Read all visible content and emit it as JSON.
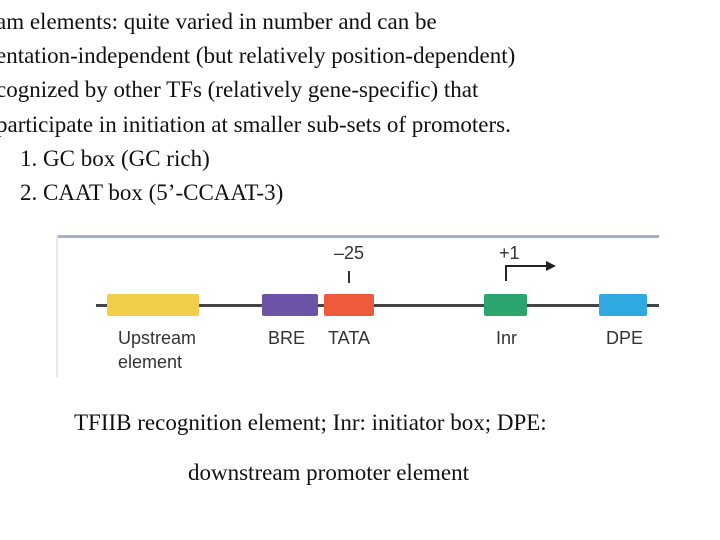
{
  "text": {
    "line1": "am elements: quite varied in number and can be",
    "line2": "entation-independent (but relatively position-dependent)",
    "line3": "cognized by other TFs (relatively gene-specific) that",
    "line4": "participate in initiation at smaller sub-sets of promoters.",
    "line5": "1. GC box (GC rich)",
    "line6": "2. CAAT box (5’-CCAAT-3)"
  },
  "diagram": {
    "position_minus25": "–25",
    "position_plus1": "+1",
    "elements": [
      {
        "label": "Upstream",
        "label2": "element",
        "color": "#f2cf4b"
      },
      {
        "label": "BRE",
        "color": "#6e54a8"
      },
      {
        "label": "TATA",
        "color": "#ef5a3c"
      },
      {
        "label": "Inr",
        "color": "#2aa66e"
      },
      {
        "label": "DPE",
        "color": "#2fa9df"
      }
    ]
  },
  "caption": {
    "line1": "TFIIB recognition element; Inr: initiator box; DPE:",
    "line2": "downstream promoter element"
  }
}
